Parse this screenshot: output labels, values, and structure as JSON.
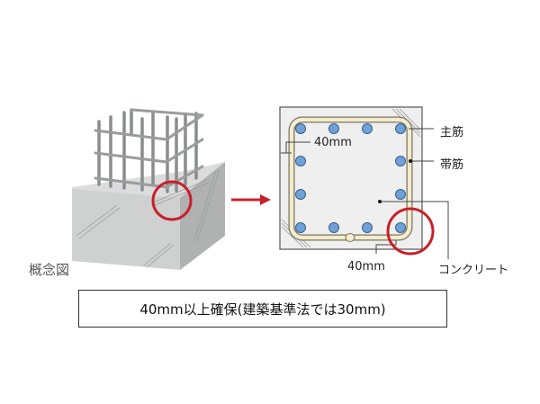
{
  "diagram": {
    "caption": "概念図",
    "note": "40mm以上確保(建築基準法では30mm)",
    "labels": {
      "main_rebar": "主筋",
      "hoop": "帯筋",
      "concrete": "コンクリート",
      "cover_side": "40mm",
      "cover_bottom": "40mm"
    },
    "colors": {
      "concrete": "#cfd0d0",
      "section_fill": "#eeefee",
      "rebar": "#6fa1d8",
      "hoop": "#f3eccd",
      "highlight": "#c8202a",
      "arrow": "#c8202a"
    }
  }
}
